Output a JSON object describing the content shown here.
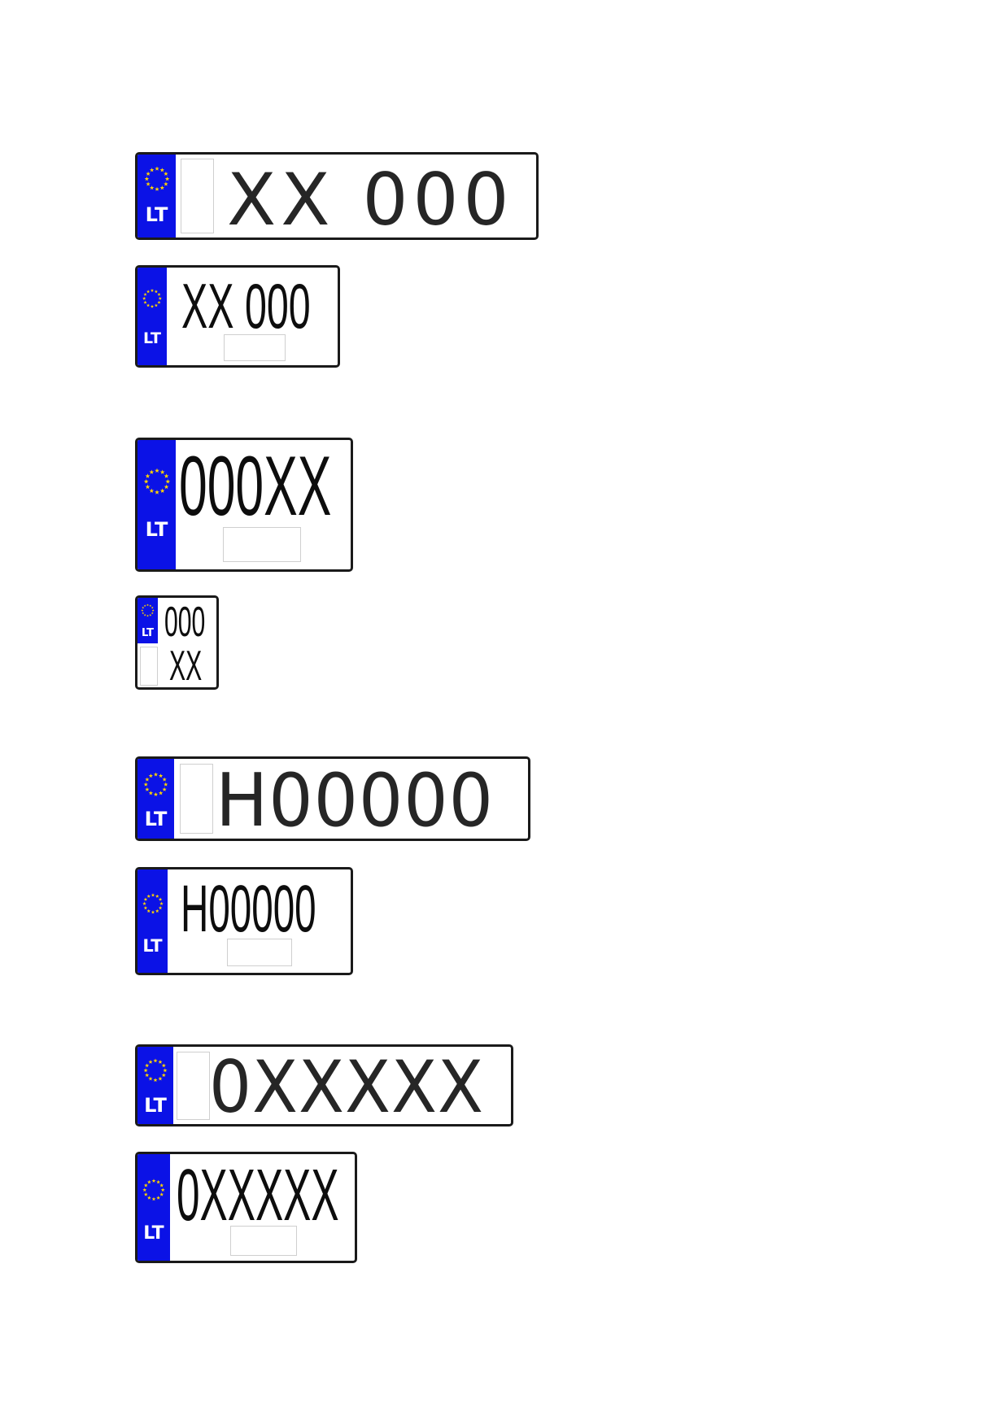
{
  "plates": [
    {
      "country": "LT",
      "lines": [
        "XX 000"
      ]
    },
    {
      "country": "LT",
      "lines": [
        "XX 000"
      ]
    },
    {
      "country": "LT",
      "lines": [
        "000XX"
      ]
    },
    {
      "country": "LT",
      "lines": [
        "000",
        "XX"
      ]
    },
    {
      "country": "LT",
      "lines": [
        "H00000"
      ]
    },
    {
      "country": "LT",
      "lines": [
        "H00000"
      ]
    },
    {
      "country": "LT",
      "lines": [
        "0XXXXX"
      ]
    },
    {
      "country": "LT",
      "lines": [
        "0XXXXX"
      ]
    }
  ],
  "colors": {
    "eu_band": "#0b12e6",
    "stars": "#ffd400",
    "text": "#262626"
  }
}
